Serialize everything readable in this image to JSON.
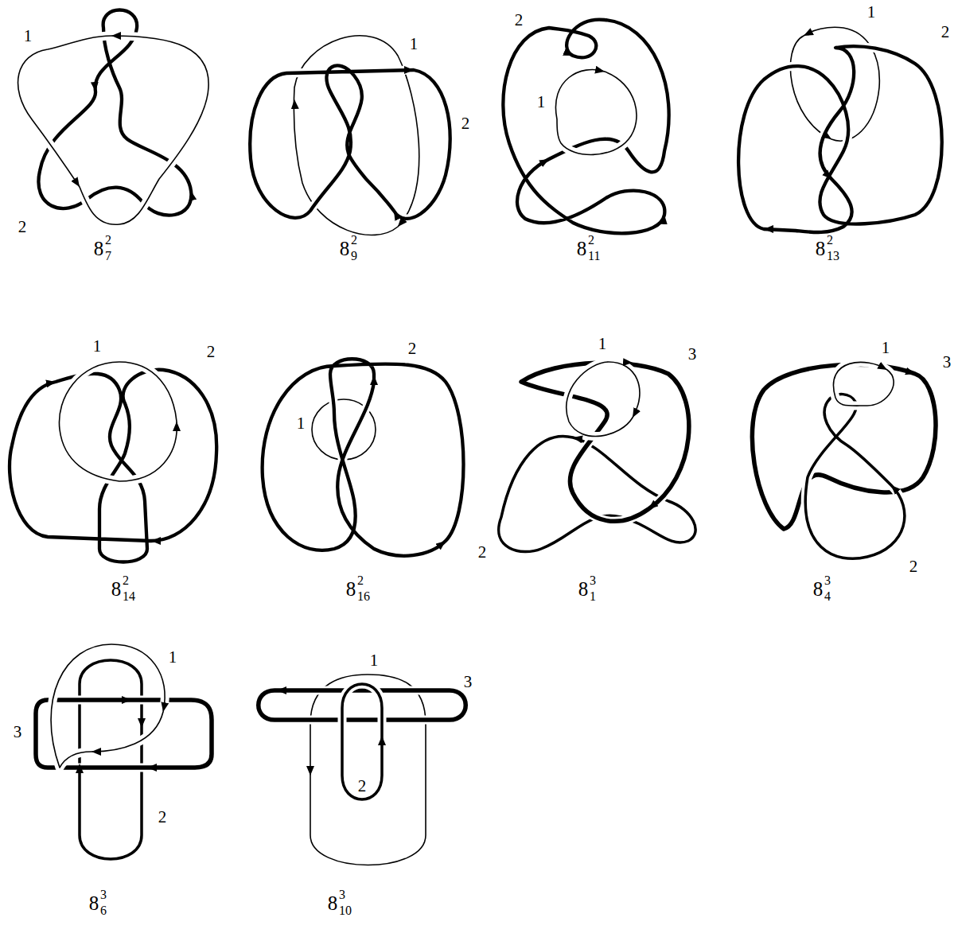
{
  "diagram": {
    "labels": [
      "1",
      "2",
      "8",
      "2",
      "7",
      "1",
      "2",
      "8",
      "2",
      "9",
      "2",
      "1",
      "8",
      "2",
      "11",
      "1",
      "2",
      "8",
      "2",
      "13",
      "1",
      "2",
      "8",
      "2",
      "14",
      "2",
      "1",
      "8",
      "2",
      "16",
      "1",
      "3",
      "2",
      "8",
      "3",
      "1",
      "1",
      "3",
      "2",
      "8",
      "3",
      "4",
      "1",
      "3",
      "2",
      "8",
      "3",
      "6",
      "1",
      "3",
      "2",
      "8",
      "3",
      "10"
    ]
  }
}
